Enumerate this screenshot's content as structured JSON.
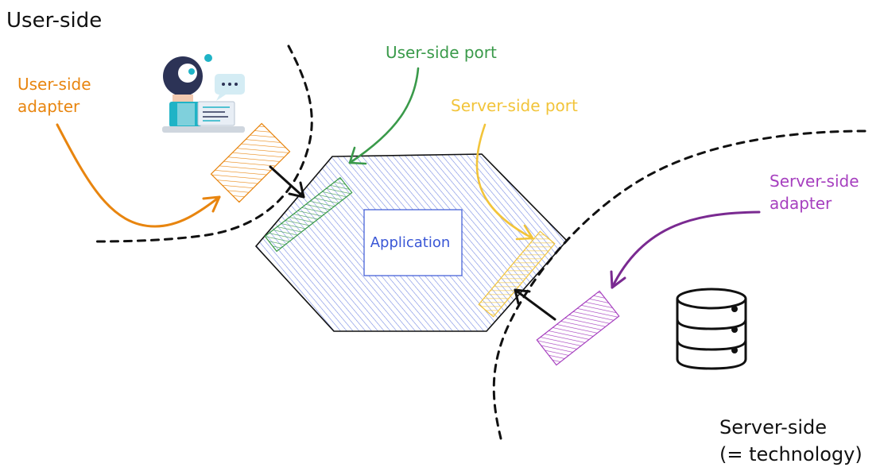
{
  "regions": {
    "user_side": "User-side",
    "server_side_line1": "Server-side",
    "server_side_line2": "(= technology)"
  },
  "labels": {
    "user_side_adapter_line1": "User-side",
    "user_side_adapter_line2": "adapter",
    "user_side_port": "User-side port",
    "server_side_port": "Server-side port",
    "server_side_adapter_line1": "Server-side",
    "server_side_adapter_line2": "adapter",
    "application": "Application"
  },
  "colors": {
    "user_side_adapter": "#e8850f",
    "user_side_port": "#3a9a4a",
    "server_side_port": "#f2c43a",
    "server_side_adapter": "#a63fbf",
    "application": "#3a57d6",
    "ink": "#111111"
  },
  "icons": {
    "user": "person-at-laptop-icon",
    "database": "database-icon"
  }
}
